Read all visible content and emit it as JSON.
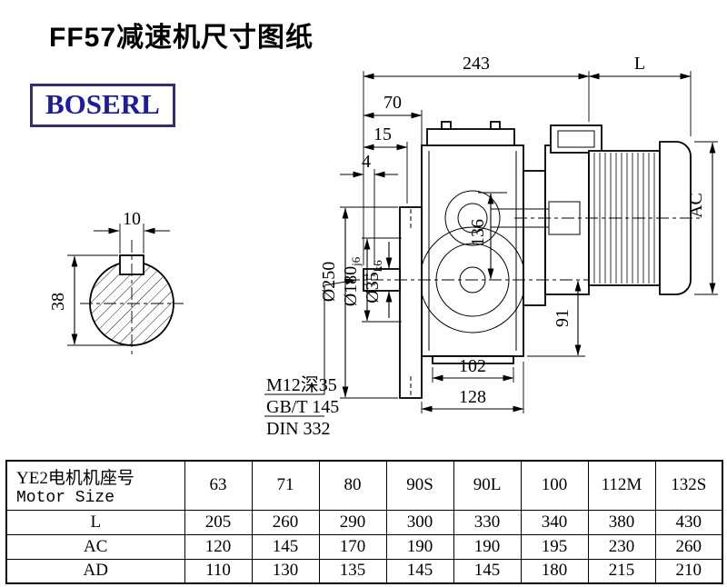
{
  "page": {
    "title": "FF57减速机尺寸图纸",
    "logo_text": "BOSERL"
  },
  "colors": {
    "logo_border": "#3a2a78",
    "logo_text": "#1c1c9c",
    "line": "#000000"
  },
  "drawing": {
    "dim_243": "243",
    "dim_L": "L",
    "dim_70": "70",
    "dim_15": "15",
    "dim_4": "4",
    "dim_10": "10",
    "dim_38": "38",
    "dia_250": "Ø250",
    "dia_180": "Ø180",
    "tol_180": "j6",
    "dia_35": "Ø35",
    "tol_35": "k6",
    "dim_136": "136",
    "dim_91": "91",
    "dim_AC": "AC",
    "dim_102": "102",
    "dim_128": "128",
    "note_m12": "M12深35",
    "note_gbt": "GB/T 145",
    "note_din": "DIN 332"
  },
  "table": {
    "header_cn": "YE2电机机座号",
    "header_en": "Motor Size",
    "motor_sizes": [
      "63",
      "71",
      "80",
      "90S",
      "90L",
      "100",
      "112M",
      "132S"
    ],
    "rows": [
      {
        "label": "L",
        "values": [
          "205",
          "260",
          "290",
          "300",
          "330",
          "340",
          "380",
          "430"
        ]
      },
      {
        "label": "AC",
        "values": [
          "120",
          "145",
          "170",
          "190",
          "190",
          "195",
          "230",
          "260"
        ]
      },
      {
        "label": "AD",
        "values": [
          "110",
          "130",
          "135",
          "145",
          "145",
          "180",
          "215",
          "210"
        ]
      }
    ]
  }
}
